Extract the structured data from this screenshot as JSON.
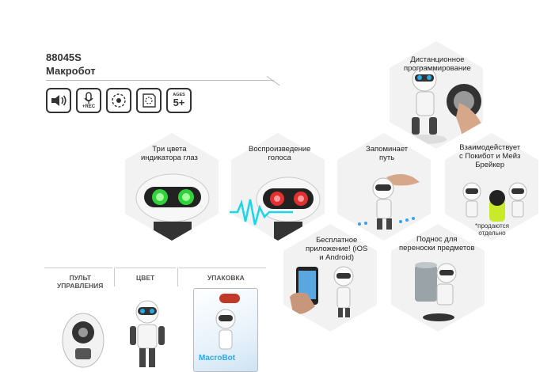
{
  "product": {
    "model": "88045S",
    "name": "Макробот"
  },
  "feature_icons": [
    {
      "icon": "speaker-icon"
    },
    {
      "icon": "microphone-rec-icon",
      "text": "+REC"
    },
    {
      "icon": "motion-icon"
    },
    {
      "icon": "app-icon"
    },
    {
      "icon": "ages-icon",
      "small": "AGES",
      "big": "5+"
    }
  ],
  "features": {
    "remote_programming": "Дистанционное\nпрограммирование",
    "eye_colors": "Три цвета\nиндикатора глаз",
    "voice_playback": "Воспроизведение\nголоса",
    "remembers_path": "Запоминает\nпуть",
    "interacts": "Взаимодействует\nс Покибот и Мейз\nБрейкер",
    "interacts_note": "*продаются\nотдельно",
    "free_app": "Бесплатное\nприложение! (iOS\nи Android)",
    "tray": "Поднос для\nпереноски предметов"
  },
  "bottom": {
    "remote": "ПУЛЬТ\nУПРАВЛЕНИЯ",
    "color": "ЦВЕТ",
    "package": "УПАКОВКА",
    "box_brand": "MacroBot"
  },
  "colors": {
    "eye_green": "#2fd23a",
    "eye_red": "#e03030",
    "eye_blue": "#2aa9e8",
    "wave_cyan": "#19d8e6",
    "dots_blue": "#3aa0e8"
  }
}
